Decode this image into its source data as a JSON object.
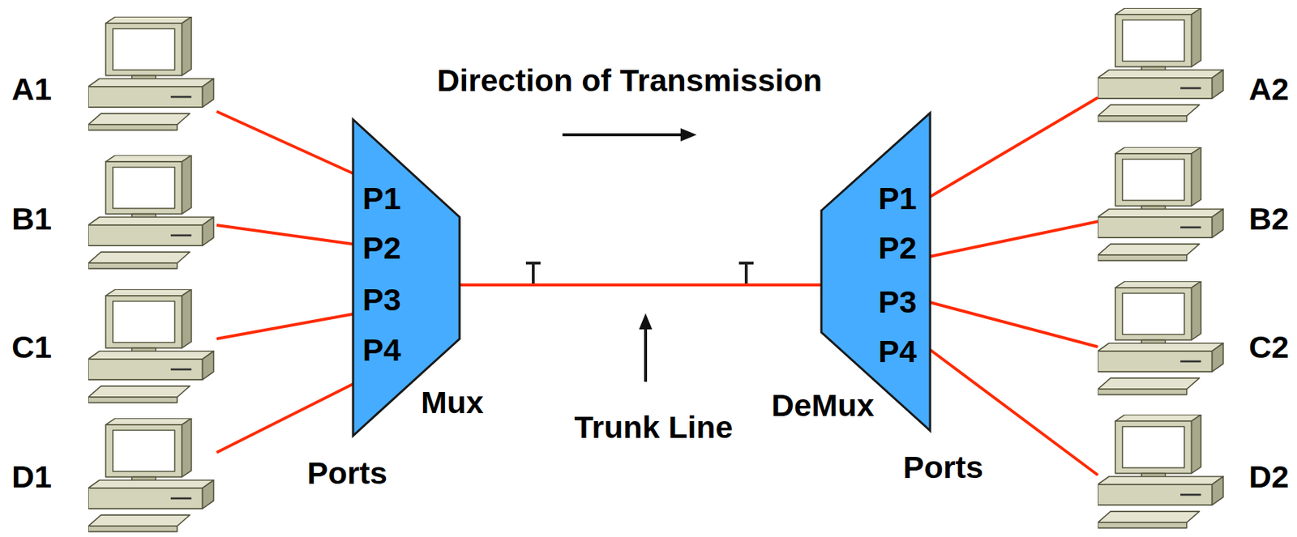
{
  "diagram": {
    "nodes": [
      {
        "text": [
          "A1"
        ]
      },
      {
        "text": [
          "B1"
        ]
      },
      {
        "text": [
          "C1"
        ]
      },
      {
        "text": [
          "D1"
        ]
      },
      {
        "text": [
          "P1",
          "P2",
          "P3",
          "P4"
        ]
      },
      {
        "text": [
          "P1",
          "P2",
          "P3",
          "P4"
        ]
      },
      {
        "text": [
          "A2"
        ]
      },
      {
        "text": [
          "B2"
        ]
      },
      {
        "text": [
          "C2"
        ]
      },
      {
        "text": [
          "D2"
        ]
      }
    ],
    "edges": [
      {
        "from": 0,
        "to": 4,
        "arrow": "none"
      },
      {
        "from": 1,
        "to": 4,
        "arrow": "none"
      },
      {
        "from": 2,
        "to": 4,
        "arrow": "none"
      },
      {
        "from": 3,
        "to": 4,
        "arrow": "none"
      },
      {
        "from": 4,
        "to": 5,
        "arrow": "none"
      },
      {
        "from": 5,
        "to": 6,
        "arrow": "none"
      },
      {
        "from": 5,
        "to": 7,
        "arrow": "none"
      },
      {
        "from": 5,
        "to": 8,
        "arrow": "none"
      },
      {
        "from": 5,
        "to": 9,
        "arrow": "none"
      }
    ],
    "labels": [
      "Direction of Transmission",
      "Mux",
      "Trunk Line",
      "DeMux",
      "Ports",
      "Ports"
    ]
  }
}
